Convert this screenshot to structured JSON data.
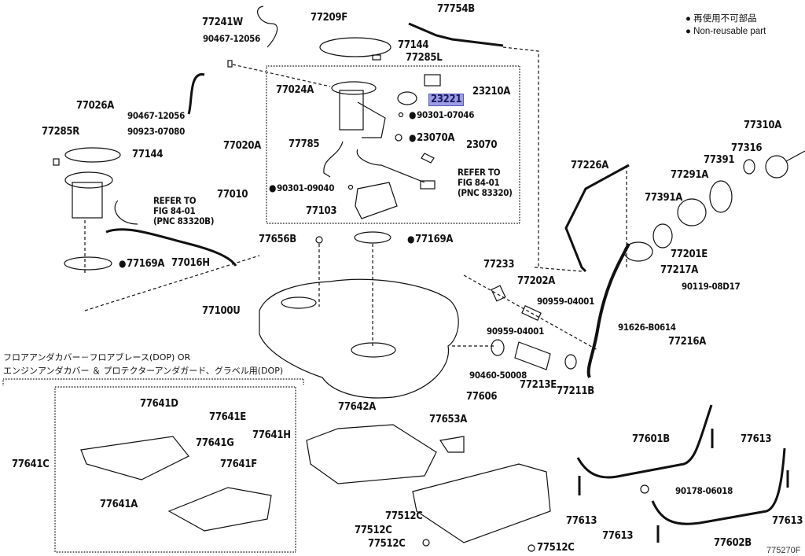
{
  "legend": {
    "symbol": "●",
    "ja": "再使用不可部品",
    "en": "Non-reusable part"
  },
  "figure_id": "775270F",
  "highlight_color": "#9c9ce8",
  "notes": {
    "dop_line1": "フロアアンダカバー－フロアブレース(DOP) OR",
    "dop_line2": "エンジンアンダカバー ＆ プロテクターアンダガード、グラベル用(DOP)",
    "refer_pump": [
      "REFER TO",
      "FIG 84-01",
      "(PNC 83320)"
    ],
    "refer_sender": [
      "REFER TO",
      "FIG 84-01",
      "(PNC 83320B)"
    ]
  },
  "parts": {
    "p77241W": "77241W",
    "p77209F": "77209F",
    "p90467_top": "90467-12056",
    "p77754B": "77754B",
    "p77144_top": "77144",
    "p77285L": "77285L",
    "p77024A": "77024A",
    "p23210A": "23210A",
    "p23221": "23221",
    "p90301_07046": "90301-07046",
    "p77026A": "77026A",
    "p90467_mid": "90467-12056",
    "p90923": "90923-07080",
    "p77020A": "77020A",
    "p77785": "77785",
    "p23070A": "23070A",
    "p23070": "23070",
    "p90301_09040": "90301-09040",
    "p77103": "77103",
    "p77285R": "77285R",
    "p77144_left": "77144",
    "p77010": "77010",
    "p77169A_left": "77169A",
    "p77016H": "77016H",
    "p77656B": "77656B",
    "p77169A_mid": "77169A",
    "p77100U": "77100U",
    "p77310A": "77310A",
    "p77316": "77316",
    "p77391": "77391",
    "p77291A": "77291A",
    "p77391A": "77391A",
    "p77226A": "77226A",
    "p77201E": "77201E",
    "p77233": "77233",
    "p77202A": "77202A",
    "p90959_a": "90959-04001",
    "p90959_b": "90959-04001",
    "p77217A": "77217A",
    "p90119": "90119-08D17",
    "p91626": "91626-B0614",
    "p77216A": "77216A",
    "p90460": "90460-50008",
    "p77213E": "77213E",
    "p77211B": "77211B",
    "p77641D": "77641D",
    "p77641E": "77641E",
    "p77641C": "77641C",
    "p77641G": "77641G",
    "p77641H": "77641H",
    "p77641F": "77641F",
    "p77641A": "77641A",
    "p77642A": "77642A",
    "p77606": "77606",
    "p77653A": "77653A",
    "p77512C_a": "77512C",
    "p77512C_b": "77512C",
    "p77512C_c": "77512C",
    "p77512C_d": "77512C",
    "p77601B": "77601B",
    "p77613_a": "77613",
    "p77613_b": "77613",
    "p77613_c": "77613",
    "p77613_d": "77613",
    "p90178": "90178-06018",
    "p77602B": "77602B"
  }
}
